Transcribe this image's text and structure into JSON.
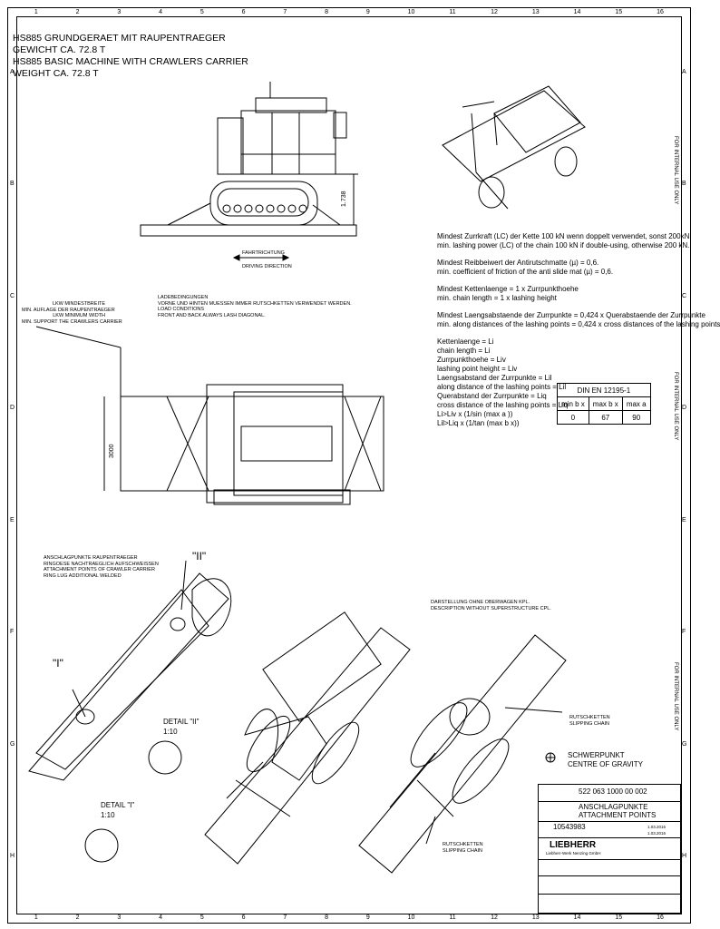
{
  "header": {
    "line1": "HS885 GRUNDGERAET MIT RAUPENTRAEGER",
    "line2": "GEWICHT CA. 72.8 T",
    "line3": "HS885 BASIC MACHINE WITH CRAWLERS CARRIER",
    "line4": "WEIGHT CA. 72.8 T"
  },
  "zones_top": [
    "1",
    "2",
    "3",
    "4",
    "5",
    "6",
    "7",
    "8",
    "9",
    "10",
    "11",
    "12",
    "13",
    "14",
    "15",
    "16"
  ],
  "zones_side": [
    "A",
    "B",
    "C",
    "D",
    "E",
    "F",
    "G",
    "H"
  ],
  "dimension_height": "1.738",
  "dimension_width": "3000",
  "driving_direction": {
    "de": "FAHRTRICHTUNG",
    "en": "DRIVING DIRECTION"
  },
  "lkw": {
    "l1": "LKW MINDESTBREITE",
    "l2": "MIN. AUFLAGE DER RAUPENTRAEGER",
    "l3": "LKW MINIMUM WIDTH",
    "l4": "MIN. SUPPORT THE CRAWLERS CARRIER"
  },
  "lade": {
    "l1": "LADEBEDINGUNGEN",
    "l2": "VORNE UND HINTEN MUESSEN IMMER RUTSCHKETTEN VERWENDET WERDEN.",
    "l3": "LOAD CONDITIONS",
    "l4": "FRONT AND BACK ALWAYS LASH DIAGONAL."
  },
  "notes": {
    "n1": "Mindest Zurrkraft (LC) der Kette 100 kN wenn doppelt verwendet, sonst 200kN.",
    "n2": "min. lashing power (LC) of the chain 100 kN if double-using, otherwise 200 kN.",
    "n3": "Mindest Reibbeiwert der Antirutschmatte (µ) = 0,6.",
    "n4": "min. coefficient of friction of the anti slide mat (µ) = 0,6.",
    "n5": "Mindest Kettenlaenge = 1 x Zurrpunkthoehe",
    "n6": "min. chain length = 1 x lashing height",
    "n7": "Mindest Laengsabstaende der Zurrpunkte = 0,424 x Querabstaende der Zurrpunkte",
    "n8": "min. along distances of the lashing points = 0,424 x cross distances of the lashing points",
    "v1": "Kettenlaenge = Li",
    "v2": "chain length = Li",
    "v3": "Zurrpunkthoehe = Liv",
    "v4": "lashing point height = Liv",
    "v5": "Laengsabstand der Zurrpunkte = Lil",
    "v6": "along distance of the lashing points = Lil",
    "v7": "Querabstand der Zurrpunkte = Liq",
    "v8": "cross distance of the lashing points = Liq",
    "v9": "Li>Liv x (1/sin (max a ))",
    "v10": "Lil>Liq x (1/tan (max b x))"
  },
  "din_table": {
    "title": "DIN EN 12195-1",
    "headers": [
      "min b x",
      "max b x",
      "max a"
    ],
    "values": [
      "0",
      "67",
      "90"
    ]
  },
  "anschlag": {
    "l1": "ANSCHLAGPUNKTE RAUPENTRAEGER",
    "l2": "RINGOESE NACHTRAEGLICH AUFSCHWEISSEN",
    "l3": "ATTACHMENT POINTS OF CRAWLER CARRIER",
    "l4": "RING LUG ADDITIONAL WELDED"
  },
  "detail_marker_II": "\"II\"",
  "detail_marker_I": "\"I\"",
  "detail_II": {
    "label": "DETAIL \"II\"",
    "scale": "1:10"
  },
  "detail_I": {
    "label": "DETAIL \"I\"",
    "scale": "1:10"
  },
  "darstellung": {
    "l1": "DARSTELLUNG OHNE OBERWAGEN KPL.",
    "l2": "DESCRIPTION WITHOUT SUPERSTRUCTURE CPL."
  },
  "rutschketten": {
    "de": "RUTSCHKETTEN",
    "en": "SLIPPING CHAIN"
  },
  "rutschketten2": {
    "de": "RUTSCHKETTEN",
    "en": "SLIPPING CHAIN"
  },
  "schwerpunkt": {
    "de": "SCHWERPUNKT",
    "en": "CENTRE OF GRAVITY"
  },
  "side_text": "FOR INTERNAL USE ONLY",
  "title_block": {
    "drawing_no": "522 063 1000 00 002",
    "title_de": "ANSCHLAGPUNKTE",
    "title_en": "ATTACHMENT POINTS",
    "ident_no": "10543983",
    "brand": "LIEBHERR",
    "company": "Liebherr-Werk Nenzing GmbH",
    "date1": "1.03.2016",
    "date2": "1.03.2016"
  }
}
